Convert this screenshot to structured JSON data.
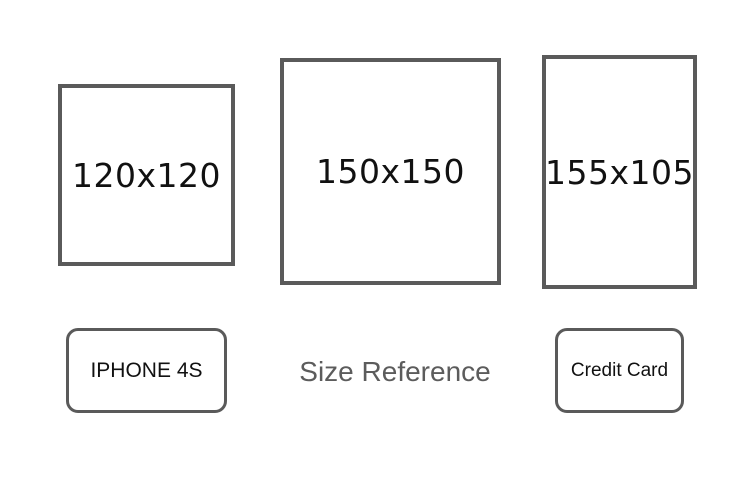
{
  "sizes": [
    {
      "label": "120x120"
    },
    {
      "label": "150x150"
    },
    {
      "label": "155x105"
    }
  ],
  "references": {
    "phone": "IPHONE 4S",
    "card": "Credit Card"
  },
  "caption": "Size Reference",
  "colors": {
    "border": "#5a5a5a",
    "text": "#111111",
    "caption_text": "#5c5c5c",
    "background": "#ffffff"
  }
}
